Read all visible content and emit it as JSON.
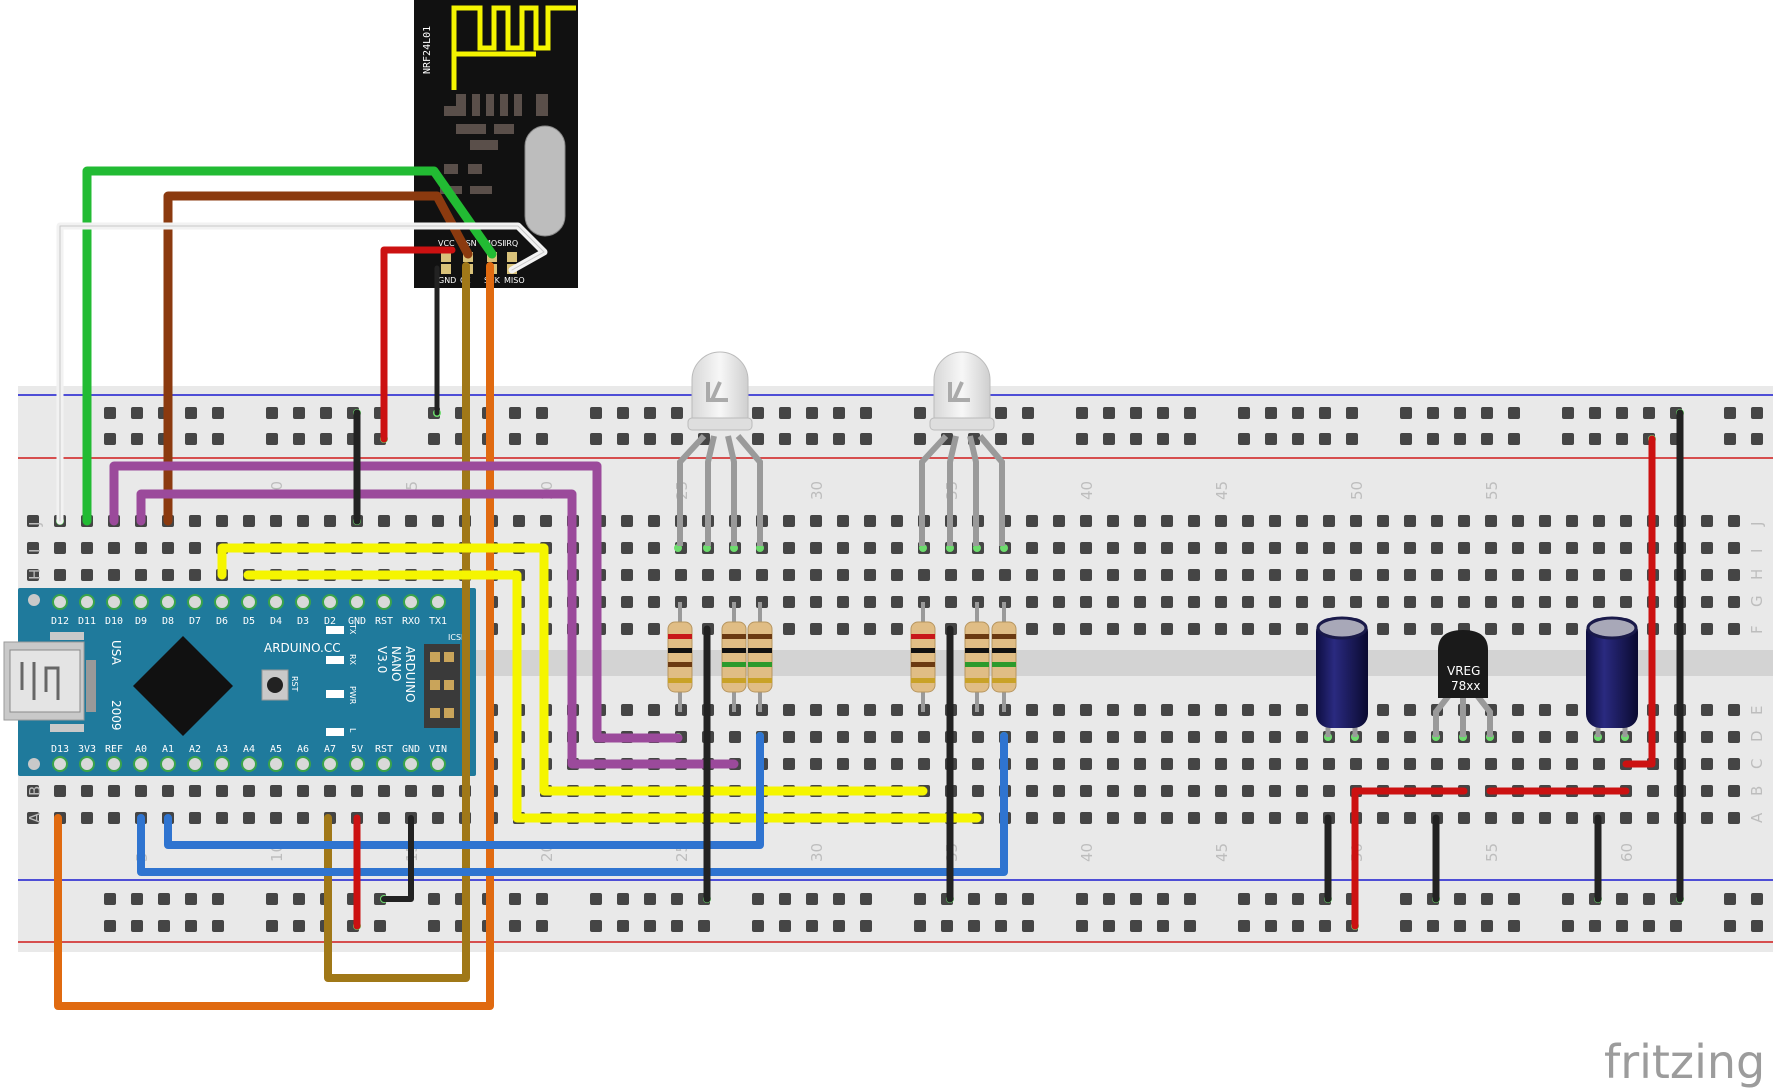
{
  "breadboard": {
    "column_labels_top": [
      "10",
      "15",
      "20",
      "25",
      "30",
      "35",
      "40",
      "45",
      "50",
      "55"
    ],
    "column_labels_bottom": [
      "5",
      "10",
      "15",
      "20",
      "25",
      "30",
      "35",
      "40",
      "45",
      "50",
      "55",
      "60"
    ],
    "row_labels_top": [
      "J",
      "I",
      "H",
      "G",
      "F"
    ],
    "row_labels_bottom": [
      "E",
      "D",
      "C",
      "B",
      "A"
    ]
  },
  "nrf_module": {
    "name": "NRF24L01",
    "pins_top": [
      "VCC",
      "CSN",
      "MOSI",
      "IRQ"
    ],
    "pins_bottom": [
      "GND",
      "CE",
      "SCK",
      "MISO"
    ]
  },
  "arduino": {
    "top_pins": [
      "D12",
      "D11",
      "D10",
      "D9",
      "D8",
      "D7",
      "D6",
      "D5",
      "D4",
      "D3",
      "D2",
      "GND",
      "RST",
      "RXO",
      "TX1"
    ],
    "bottom_pins": [
      "D13",
      "3V3",
      "REF",
      "A0",
      "A1",
      "A2",
      "A3",
      "A4",
      "A5",
      "A6",
      "A7",
      "5V",
      "RST",
      "GND",
      "VIN"
    ],
    "brand": "ARDUINO.CC",
    "model_line1": "ARDUINO",
    "model_line2": "NANO",
    "model_line3": "V3.0",
    "usa": "USA",
    "year": "2009",
    "rst": "RST",
    "icsp": "ICSP",
    "led_tx": "TX",
    "led_rx": "RX",
    "led_pwr": "PWR",
    "led_l": "L"
  },
  "regulator": {
    "line1": "VREG",
    "line2": "78xx"
  },
  "watermark": "fritzing",
  "colors": {
    "wire_green": "#22bb33",
    "wire_brown": "#8b3a0f",
    "wire_white": "#f2f2f2",
    "wire_red": "#cc1111",
    "wire_black": "#222222",
    "wire_ochre": "#a07818",
    "wire_orange": "#e06a10",
    "wire_purple": "#9b4a9b",
    "wire_yellow": "#f5f500",
    "wire_blue": "#2f74d0",
    "arduino_board": "#1f7a9c",
    "nrf_board": "#111111",
    "breadboard": "#e8e8e8",
    "rail_blue": "#1b1bd0",
    "rail_red": "#d01b1b"
  }
}
